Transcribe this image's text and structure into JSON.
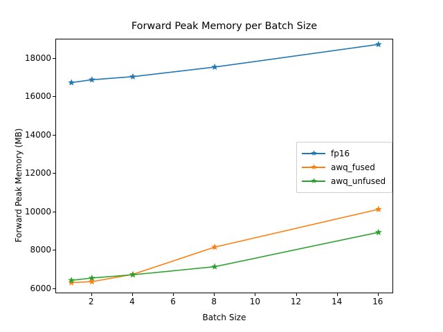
{
  "chart_data": {
    "type": "line",
    "title": "Forward Peak Memory per Batch Size",
    "xlabel": "Batch Size",
    "ylabel": "Forward Peak Memory (MB)",
    "x": [
      1,
      2,
      4,
      8,
      16
    ],
    "xlim": [
      0.25,
      16.75
    ],
    "ylim": [
      5740,
      19000
    ],
    "xticks": [
      2,
      4,
      6,
      8,
      10,
      12,
      14,
      16
    ],
    "xtick_labels": [
      "2",
      "4",
      "6",
      "8",
      "10",
      "12",
      "14",
      "16"
    ],
    "yticks": [
      6000,
      8000,
      10000,
      12000,
      14000,
      16000,
      18000
    ],
    "ytick_labels": [
      "6000",
      "8000",
      "10000",
      "12000",
      "14000",
      "16000",
      "18000"
    ],
    "grid": false,
    "legend_position": "center right",
    "marker": "star",
    "series": [
      {
        "name": "fp16",
        "color": "#1f77b4",
        "values": [
          16750,
          16900,
          17060,
          17560,
          18740
        ]
      },
      {
        "name": "awq_fused",
        "color": "#ff7f0e",
        "values": [
          6330,
          6380,
          6760,
          8180,
          10150
        ]
      },
      {
        "name": "awq_unfused",
        "color": "#2ca02c",
        "values": [
          6450,
          6570,
          6740,
          7160,
          8950
        ]
      }
    ]
  },
  "legend": {
    "entries": [
      {
        "label": "fp16"
      },
      {
        "label": "awq_fused"
      },
      {
        "label": "awq_unfused"
      }
    ]
  }
}
